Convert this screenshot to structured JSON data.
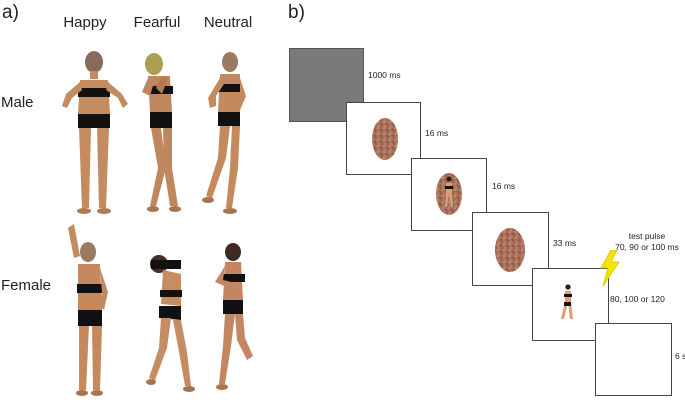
{
  "panel_a": {
    "label": "a)",
    "columns": [
      "Happy",
      "Fearful",
      "Neutral"
    ],
    "rows": [
      "Male",
      "Female"
    ]
  },
  "panel_b": {
    "label": "b)",
    "frames": [
      {
        "stimulus": "gray",
        "duration": "1000 ms"
      },
      {
        "stimulus": "noise-oval",
        "duration": "16 ms"
      },
      {
        "stimulus": "body-in-oval",
        "duration": "16 ms"
      },
      {
        "stimulus": "noise-oval",
        "duration": "33 ms"
      },
      {
        "stimulus": "body",
        "duration": "80, 100 or 120"
      },
      {
        "stimulus": "blank",
        "duration": "6 s"
      }
    ],
    "test_pulse": {
      "title": "test pulse",
      "times": "70, 90 or 100 ms",
      "icon": "lightning-bolt-icon",
      "color": "#f5e400"
    }
  }
}
